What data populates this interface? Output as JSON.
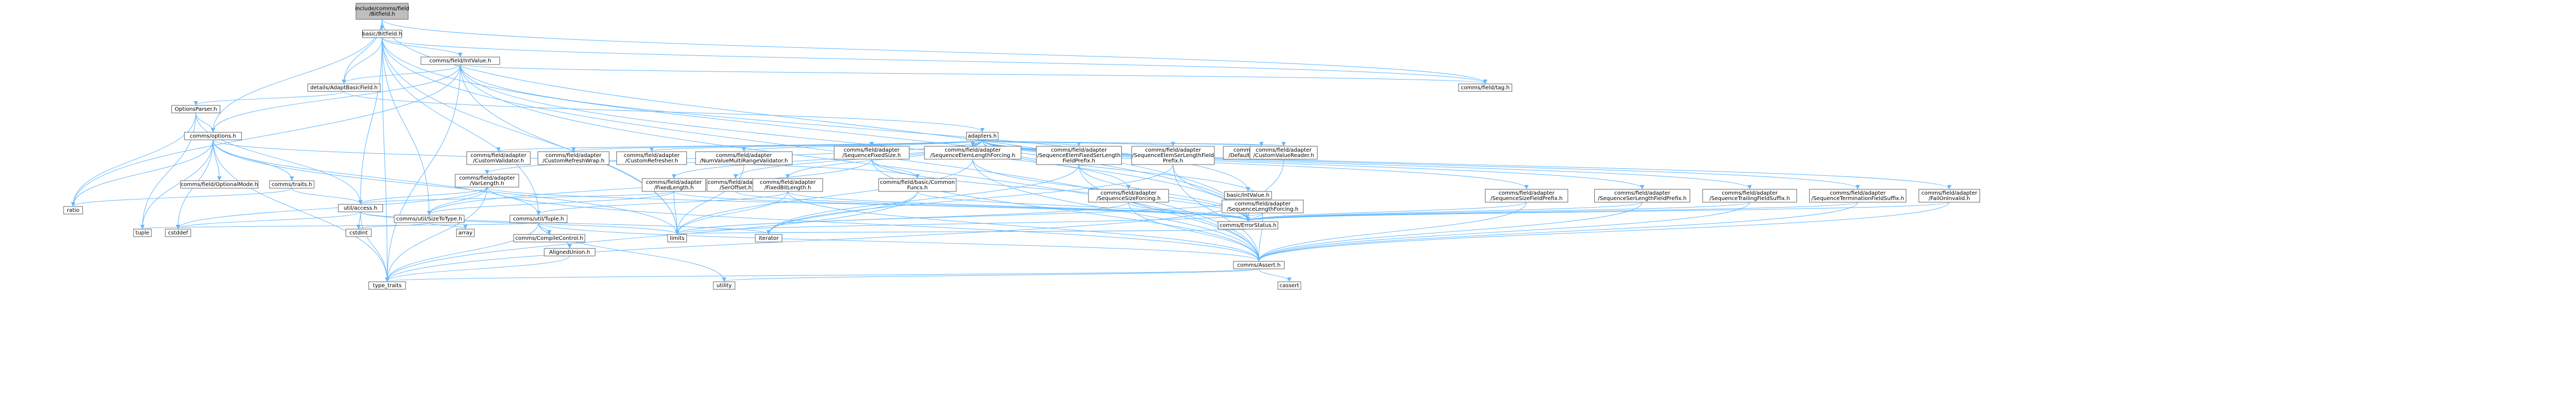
{
  "colors": {
    "root_fill": "#bfbfbf",
    "node_fill": "#ffffff",
    "node_border": "#666666",
    "red_border": "#ff0000",
    "gray_border": "#bfbfbf",
    "edge": "#63b8ff",
    "text": "#000000"
  },
  "nodes": [
    {
      "id": "root",
      "lines": [
        "include/comms/field",
        "/Bitfield.h"
      ],
      "style": "root"
    },
    {
      "id": "basic_bitfield",
      "lines": [
        "basic/Bitfield.h"
      ]
    },
    {
      "id": "intvalue",
      "lines": [
        "comms/field/IntValue.h"
      ]
    },
    {
      "id": "adaptbasic",
      "lines": [
        "details/AdaptBasicField.h"
      ]
    },
    {
      "id": "fieldtag",
      "lines": [
        "comms/field/tag.h"
      ]
    },
    {
      "id": "optionsparse",
      "lines": [
        "OptionsParser.h"
      ]
    },
    {
      "id": "options",
      "lines": [
        "comms/options.h"
      ]
    },
    {
      "id": "adapters",
      "lines": [
        "adapters.h"
      ],
      "style": "red"
    },
    {
      "id": "customvalidator",
      "lines": [
        "comms/field/adapter",
        "/CustomValidator.h"
      ]
    },
    {
      "id": "customrefreshwrap",
      "lines": [
        "comms/field/adapter",
        "/CustomRefreshWrap.h"
      ]
    },
    {
      "id": "customrefresher",
      "lines": [
        "comms/field/adapter",
        "/CustomRefresher.h"
      ]
    },
    {
      "id": "numvaluemulti",
      "lines": [
        "comms/field/adapter",
        "/NumValueMultiRangeValidator.h"
      ]
    },
    {
      "id": "seqfixedsize",
      "lines": [
        "comms/field/adapter",
        "/SequenceFixedSize.h"
      ],
      "style": "red"
    },
    {
      "id": "seqelemlenforcing",
      "lines": [
        "comms/field/adapter",
        "/SequenceElemLengthForcing.h"
      ]
    },
    {
      "id": "seqelemfixedseqlen",
      "lines": [
        "comms/field/adapter",
        "/SequenceElemFixedSerLength",
        "FieldPrefix.h"
      ],
      "style": "red"
    },
    {
      "id": "seqelemserlen",
      "lines": [
        "comms/field/adapter",
        "/SequenceElemSerLengthField",
        "Prefix.h"
      ],
      "style": "red"
    },
    {
      "id": "defaultvalueinit",
      "lines": [
        "comms/field/adapter",
        "/DefaultValueInitialiser.h"
      ]
    },
    {
      "id": "customvaluereader",
      "lines": [
        "comms/field/adapter",
        "/CustomValueReader.h"
      ]
    },
    {
      "id": "optionalmode",
      "lines": [
        "comms/field/OptionalMode.h"
      ]
    },
    {
      "id": "traits",
      "lines": [
        "comms/traits.h"
      ]
    },
    {
      "id": "varlength",
      "lines": [
        "comms/field/adapter",
        "/VarLength.h"
      ],
      "style": "red"
    },
    {
      "id": "fixedlength",
      "lines": [
        "comms/field/adapter",
        "/FixedLength.h"
      ]
    },
    {
      "id": "seroffset",
      "lines": [
        "comms/field/adapter",
        "/SerOffset.h"
      ]
    },
    {
      "id": "fixedbitlength",
      "lines": [
        "comms/field/adapter",
        "/FixedBitLength.h"
      ],
      "style": "red"
    },
    {
      "id": "commonfuncs",
      "lines": [
        "comms/field/basic/Common",
        "Funcs.h"
      ]
    },
    {
      "id": "seqsizeforcing",
      "lines": [
        "comms/field/adapter",
        "/SequenceSizeForcing.h"
      ]
    },
    {
      "id": "basic_intvalue",
      "lines": [
        "basic/IntValue.h"
      ]
    },
    {
      "id": "seqlenforcing",
      "lines": [
        "comms/field/adapter",
        "/SequenceLengthForcing.h"
      ],
      "style": "red"
    },
    {
      "id": "seqsizefieldprefix",
      "lines": [
        "comms/field/adapter",
        "/SequenceSizeFieldPrefix.h"
      ]
    },
    {
      "id": "seqserlenfieldprefix",
      "lines": [
        "comms/field/adapter",
        "/SequenceSerLengthFieldPrefix.h"
      ]
    },
    {
      "id": "seqtrailingsuffix",
      "lines": [
        "comms/field/adapter",
        "/SequenceTrailingFieldSuffix.h"
      ]
    },
    {
      "id": "seqterminationsuffix",
      "lines": [
        "comms/field/adapter",
        "/SequenceTerminationFieldSuffix.h"
      ]
    },
    {
      "id": "failoninvalid",
      "lines": [
        "comms/field/adapter",
        "/FailOnInvalid.h"
      ]
    },
    {
      "id": "ratio",
      "lines": [
        "ratio"
      ],
      "style": "gray"
    },
    {
      "id": "tuple",
      "lines": [
        "tuple"
      ],
      "style": "gray"
    },
    {
      "id": "cstddef",
      "lines": [
        "cstddef"
      ],
      "style": "gray"
    },
    {
      "id": "access",
      "lines": [
        "util/access.h"
      ]
    },
    {
      "id": "sizetotype",
      "lines": [
        "comms/util/SizeToType.h"
      ]
    },
    {
      "id": "utiltuple",
      "lines": [
        "comms/util/Tuple.h"
      ]
    },
    {
      "id": "cstdint",
      "lines": [
        "cstdint"
      ],
      "style": "gray"
    },
    {
      "id": "array",
      "lines": [
        "array"
      ],
      "style": "gray"
    },
    {
      "id": "compilecontrol",
      "lines": [
        "comms/CompileControl.h"
      ]
    },
    {
      "id": "alignedunion",
      "lines": [
        "AlignedUnion.h"
      ]
    },
    {
      "id": "limits",
      "lines": [
        "limits"
      ],
      "style": "gray"
    },
    {
      "id": "iterator",
      "lines": [
        "iterator"
      ],
      "style": "gray"
    },
    {
      "id": "errorstatus",
      "lines": [
        "comms/ErrorStatus.h"
      ]
    },
    {
      "id": "assert",
      "lines": [
        "comms/Assert.h"
      ]
    },
    {
      "id": "type_traits",
      "lines": [
        "type_traits"
      ],
      "style": "gray"
    },
    {
      "id": "utility",
      "lines": [
        "utility"
      ],
      "style": "gray"
    },
    {
      "id": "cassert",
      "lines": [
        "cassert"
      ],
      "style": "gray"
    }
  ],
  "edges": [
    [
      "root",
      "basic_bitfield"
    ],
    [
      "root",
      "adaptbasic"
    ],
    [
      "root",
      "options"
    ],
    [
      "root",
      "fieldtag"
    ],
    [
      "root",
      "errorstatus"
    ],
    [
      "basic_bitfield",
      "intvalue"
    ],
    [
      "basic_bitfield",
      "fieldtag"
    ],
    [
      "basic_bitfield",
      "assert"
    ],
    [
      "basic_bitfield",
      "errorstatus"
    ],
    [
      "basic_bitfield",
      "access"
    ],
    [
      "basic_bitfield",
      "sizetotype"
    ],
    [
      "basic_bitfield",
      "utiltuple"
    ],
    [
      "basic_bitfield",
      "type_traits"
    ],
    [
      "basic_bitfield",
      "limits"
    ],
    [
      "basic_bitfield",
      "adaptbasic"
    ],
    [
      "intvalue",
      "adaptbasic"
    ],
    [
      "intvalue",
      "options"
    ],
    [
      "intvalue",
      "fieldtag"
    ],
    [
      "intvalue",
      "ratio"
    ],
    [
      "intvalue",
      "errorstatus"
    ],
    [
      "intvalue",
      "assert"
    ],
    [
      "intvalue",
      "basic_intvalue"
    ],
    [
      "intvalue",
      "limits"
    ],
    [
      "intvalue",
      "type_traits"
    ],
    [
      "adaptbasic",
      "optionsparse"
    ],
    [
      "adaptbasic",
      "adapters"
    ],
    [
      "optionsparse",
      "options"
    ],
    [
      "optionsparse",
      "ratio"
    ],
    [
      "optionsparse",
      "tuple"
    ],
    [
      "optionsparse",
      "access"
    ],
    [
      "options",
      "optionalmode"
    ],
    [
      "options",
      "traits"
    ],
    [
      "options",
      "ratio"
    ],
    [
      "options",
      "tuple"
    ],
    [
      "options",
      "cstddef"
    ],
    [
      "options",
      "limits"
    ],
    [
      "options",
      "type_traits"
    ],
    [
      "options",
      "utiltuple"
    ],
    [
      "options",
      "commonfuncs"
    ],
    [
      "traits",
      "ratio"
    ],
    [
      "traits",
      "access"
    ],
    [
      "adapters",
      "customvalidator"
    ],
    [
      "adapters",
      "customrefreshwrap"
    ],
    [
      "adapters",
      "customrefresher"
    ],
    [
      "adapters",
      "numvaluemulti"
    ],
    [
      "adapters",
      "seqfixedsize"
    ],
    [
      "adapters",
      "seqelemlenforcing"
    ],
    [
      "adapters",
      "seqelemfixedseqlen"
    ],
    [
      "adapters",
      "seqelemserlen"
    ],
    [
      "adapters",
      "defaultvalueinit"
    ],
    [
      "adapters",
      "customvaluereader"
    ],
    [
      "adapters",
      "varlength"
    ],
    [
      "adapters",
      "fixedlength"
    ],
    [
      "adapters",
      "seroffset"
    ],
    [
      "adapters",
      "fixedbitlength"
    ],
    [
      "adapters",
      "seqsizeforcing"
    ],
    [
      "adapters",
      "seqlenforcing"
    ],
    [
      "adapters",
      "seqsizefieldprefix"
    ],
    [
      "adapters",
      "seqserlenfieldprefix"
    ],
    [
      "adapters",
      "seqtrailingsuffix"
    ],
    [
      "adapters",
      "seqterminationsuffix"
    ],
    [
      "adapters",
      "failoninvalid"
    ],
    [
      "numvaluemulti",
      "limits"
    ],
    [
      "seqfixedsize",
      "commonfuncs"
    ],
    [
      "seqfixedsize",
      "errorstatus"
    ],
    [
      "seqfixedsize",
      "assert"
    ],
    [
      "seqfixedsize",
      "sizetotype"
    ],
    [
      "seqelemlenforcing",
      "errorstatus"
    ],
    [
      "seqelemlenforcing",
      "assert"
    ],
    [
      "seqelemlenforcing",
      "limits"
    ],
    [
      "seqelemfixedseqlen",
      "errorstatus"
    ],
    [
      "seqelemfixedseqlen",
      "assert"
    ],
    [
      "seqelemfixedseqlen",
      "iterator"
    ],
    [
      "seqelemserlen",
      "errorstatus"
    ],
    [
      "seqelemserlen",
      "assert"
    ],
    [
      "seqelemserlen",
      "iterator"
    ],
    [
      "customvaluereader",
      "errorstatus"
    ],
    [
      "varlength",
      "access"
    ],
    [
      "varlength",
      "sizetotype"
    ],
    [
      "varlength",
      "errorstatus"
    ],
    [
      "varlength",
      "assert"
    ],
    [
      "varlength",
      "type_traits"
    ],
    [
      "varlength",
      "cstddef"
    ],
    [
      "fixedlength",
      "access"
    ],
    [
      "fixedlength",
      "sizetotype"
    ],
    [
      "fixedlength",
      "errorstatus"
    ],
    [
      "fixedlength",
      "limits"
    ],
    [
      "seroffset",
      "errorstatus"
    ],
    [
      "fixedbitlength",
      "utiltuple"
    ],
    [
      "fixedbitlength",
      "errorstatus"
    ],
    [
      "fixedbitlength",
      "assert"
    ],
    [
      "fixedbitlength",
      "limits"
    ],
    [
      "commonfuncs",
      "iterator"
    ],
    [
      "commonfuncs",
      "type_traits"
    ],
    [
      "commonfuncs",
      "errorstatus"
    ],
    [
      "seqsizeforcing",
      "errorstatus"
    ],
    [
      "seqsizeforcing",
      "assert"
    ],
    [
      "seqsizeforcing",
      "limits"
    ],
    [
      "basic_intvalue",
      "errorstatus"
    ],
    [
      "basic_intvalue",
      "type_traits"
    ],
    [
      "basic_intvalue",
      "limits"
    ],
    [
      "seqlenforcing",
      "errorstatus"
    ],
    [
      "seqlenforcing",
      "assert"
    ],
    [
      "seqlenforcing",
      "limits"
    ],
    [
      "seqsizefieldprefix",
      "errorstatus"
    ],
    [
      "seqsizefieldprefix",
      "assert"
    ],
    [
      "seqserlenfieldprefix",
      "errorstatus"
    ],
    [
      "seqserlenfieldprefix",
      "assert"
    ],
    [
      "seqtrailingsuffix",
      "errorstatus"
    ],
    [
      "seqtrailingsuffix",
      "assert"
    ],
    [
      "seqterminationsuffix",
      "errorstatus"
    ],
    [
      "seqterminationsuffix",
      "assert"
    ],
    [
      "failoninvalid",
      "errorstatus"
    ],
    [
      "failoninvalid",
      "assert"
    ],
    [
      "access",
      "cstdint"
    ],
    [
      "access",
      "cstddef"
    ],
    [
      "access",
      "type_traits"
    ],
    [
      "access",
      "iterator"
    ],
    [
      "access",
      "limits"
    ],
    [
      "sizetotype",
      "cstdint"
    ],
    [
      "sizetotype",
      "array"
    ],
    [
      "utiltuple",
      "compilecontrol"
    ],
    [
      "utiltuple",
      "alignedunion"
    ],
    [
      "utiltuple",
      "type_traits"
    ],
    [
      "utiltuple",
      "tuple"
    ],
    [
      "utiltuple",
      "utility"
    ],
    [
      "utiltuple",
      "assert"
    ],
    [
      "alignedunion",
      "type_traits"
    ],
    [
      "errorstatus",
      "limits"
    ],
    [
      "assert",
      "utility"
    ],
    [
      "assert",
      "cassert"
    ],
    [
      "assert",
      "type_traits"
    ]
  ]
}
